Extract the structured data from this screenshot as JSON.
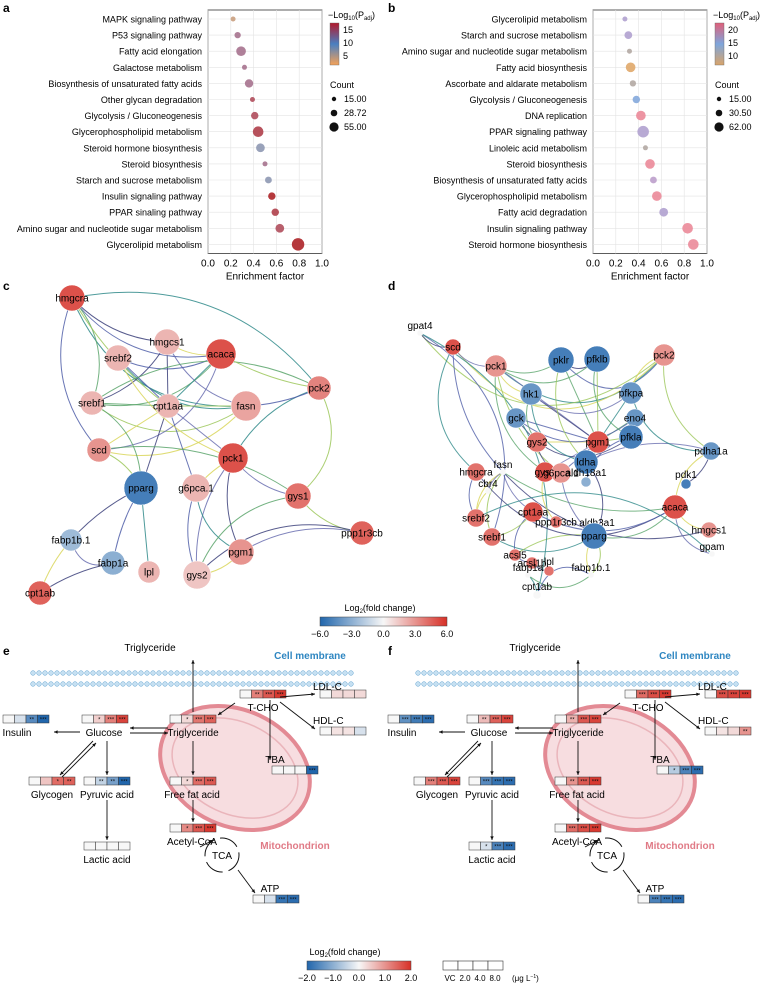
{
  "panels": {
    "a": "a",
    "b": "b",
    "c": "c",
    "d": "d",
    "e": "e",
    "f": "f"
  },
  "chart_data": [
    {
      "panel": "a",
      "type": "scatter",
      "xlabel": "Enrichment factor",
      "xlim": [
        0.0,
        1.0
      ],
      "xticks": [
        "0.0",
        "0.2",
        "0.4",
        "0.6",
        "0.8",
        "1.0"
      ],
      "categories": [
        "MAPK signaling pathway",
        "P53 signaling pathway",
        "Fatty acid elongation",
        "Galactose metabolism",
        "Biosynthesis of unsaturated fatty acids",
        "Other glycan degradation",
        "Glycolysis / Gluconeogenesis",
        "Glycerophospholipid metabolism",
        "Steroid hormone biosynthesis",
        "Steroid biosynthesis",
        "Starch and sucrose metabolism",
        "Insulin signaling pathway",
        "PPAR sinaling pathway",
        "Amino sugar and nucleotide sugar metabolism",
        "Glycerolipid metabolism"
      ],
      "x": [
        0.22,
        0.26,
        0.29,
        0.32,
        0.36,
        0.39,
        0.41,
        0.44,
        0.46,
        0.5,
        0.53,
        0.56,
        0.59,
        0.63,
        0.79
      ],
      "count": [
        15,
        22,
        40,
        15,
        33,
        15,
        28,
        45,
        35,
        15,
        25,
        28,
        28,
        35,
        55
      ],
      "neglog10_padj": [
        2,
        11,
        11,
        11,
        11,
        14,
        14,
        15,
        5,
        11,
        5,
        17,
        15,
        14,
        17
      ],
      "colorbar_title": "−Log",
      "colorbar_sub": "10",
      "colorbar_var": "(P",
      "colorbar_var_sub": "adj",
      "colorbar_close": ")",
      "colorbar_ticks": [
        "15",
        "10",
        "5"
      ],
      "size_title": "Count",
      "size_ticks": [
        "15.00",
        "28.72",
        "55.00"
      ]
    },
    {
      "panel": "b",
      "type": "scatter",
      "xlabel": "Enrichment factor",
      "xlim": [
        0.0,
        1.0
      ],
      "xticks": [
        "0.0",
        "0.2",
        "0.4",
        "0.6",
        "0.8",
        "1.0"
      ],
      "categories": [
        "Glycerolipid metabolism",
        "Starch and sucrose metabolism",
        "Amino sugar and nucleotide sugar metabolism",
        "Fatty acid biosynthesis",
        "Ascorbate and aldarate metabolism",
        "Glycolysis / Gluconeogenesis",
        "DNA replication",
        "PPAR signaling pathway",
        "Linoleic acid metabolism",
        "Steroid biosynthesis",
        "Biosynthesis of unsaturated fatty acids",
        "Glycerophospholipid metabolism",
        "Fatty acid degradation",
        "Insulin signaling pathway",
        "Steroid hormone biosynthesis"
      ],
      "x": [
        0.28,
        0.31,
        0.32,
        0.33,
        0.35,
        0.38,
        0.42,
        0.44,
        0.46,
        0.5,
        0.53,
        0.56,
        0.62,
        0.83,
        0.88
      ],
      "count": [
        15,
        30,
        15,
        40,
        22,
        28,
        40,
        50,
        15,
        40,
        25,
        40,
        35,
        45,
        45
      ],
      "neglog10_padj": [
        14,
        14,
        8,
        6,
        8,
        10,
        20,
        14,
        8,
        20,
        15,
        20,
        14,
        20,
        20
      ],
      "colorbar_title": "−Log",
      "colorbar_sub": "10",
      "colorbar_var": "(P",
      "colorbar_var_sub": "adj",
      "colorbar_close": ")",
      "colorbar_ticks": [
        "20",
        "15",
        "10"
      ],
      "size_title": "Count",
      "size_ticks": [
        "15.00",
        "30.50",
        "62.00"
      ]
    },
    {
      "panel": "c",
      "type": "network",
      "nodes": [
        {
          "id": "hmgcra",
          "fc": 5.0
        },
        {
          "id": "hmgcs1",
          "fc": 2.0
        },
        {
          "id": "srebf2",
          "fc": 2.0
        },
        {
          "id": "acaca",
          "fc": 5.0
        },
        {
          "id": "srebf1",
          "fc": 2.0
        },
        {
          "id": "cpt1aa",
          "fc": 2.0
        },
        {
          "id": "fasn",
          "fc": 2.5
        },
        {
          "id": "pck2",
          "fc": 3.5
        },
        {
          "id": "scd",
          "fc": 3.0
        },
        {
          "id": "pck1",
          "fc": 5.0
        },
        {
          "id": "pparg",
          "fc": -5.0
        },
        {
          "id": "g6pca.1",
          "fc": 2.0
        },
        {
          "id": "gys1",
          "fc": 4.0
        },
        {
          "id": "ppp1r3cb",
          "fc": 4.5
        },
        {
          "id": "fabp1b.1",
          "fc": -2.5
        },
        {
          "id": "fabp1a",
          "fc": -3.0
        },
        {
          "id": "lpl",
          "fc": 2.0
        },
        {
          "id": "gys2",
          "fc": 1.5
        },
        {
          "id": "pgm1",
          "fc": 3.0
        },
        {
          "id": "cpt1ab",
          "fc": 4.5
        }
      ]
    },
    {
      "panel": "d",
      "type": "network",
      "nodes": [
        {
          "id": "gpat4",
          "fc": 0
        },
        {
          "id": "scd",
          "fc": 5
        },
        {
          "id": "pck1",
          "fc": 3
        },
        {
          "id": "pklr",
          "fc": -5
        },
        {
          "id": "pfklb",
          "fc": -5
        },
        {
          "id": "pck2",
          "fc": 3
        },
        {
          "id": "hk1",
          "fc": -4
        },
        {
          "id": "gck",
          "fc": -4
        },
        {
          "id": "pfkpa",
          "fc": -4
        },
        {
          "id": "eno4",
          "fc": -4
        },
        {
          "id": "pgm1",
          "fc": 5
        },
        {
          "id": "gys2",
          "fc": 4
        },
        {
          "id": "pfkla",
          "fc": -5
        },
        {
          "id": "gys1",
          "fc": 5
        },
        {
          "id": "ldha",
          "fc": -5
        },
        {
          "id": "pdha1a",
          "fc": -4
        },
        {
          "id": "g6pca.1",
          "fc": 3
        },
        {
          "id": "aldh18a1",
          "fc": -3
        },
        {
          "id": "pdk1",
          "fc": -5
        },
        {
          "id": "hmgcra",
          "fc": 4
        },
        {
          "id": "fasn",
          "fc": 0
        },
        {
          "id": "cbr4",
          "fc": 0
        },
        {
          "id": "cpt1aa",
          "fc": 5
        },
        {
          "id": "acaca",
          "fc": 5
        },
        {
          "id": "srebf2",
          "fc": 4
        },
        {
          "id": "ppp1r3cb",
          "fc": 4
        },
        {
          "id": "aldh3a1",
          "fc": -3
        },
        {
          "id": "srebf1",
          "fc": 4
        },
        {
          "id": "pparg",
          "fc": -5
        },
        {
          "id": "hmgcs1",
          "fc": 3
        },
        {
          "id": "acsl5",
          "fc": 4
        },
        {
          "id": "acsl1b",
          "fc": 4
        },
        {
          "id": "lpl",
          "fc": 4
        },
        {
          "id": "gpam",
          "fc": 0
        },
        {
          "id": "fabp1a",
          "fc": 0
        },
        {
          "id": "fabp1b.1",
          "fc": 0
        },
        {
          "id": "cpt1ab",
          "fc": 0
        }
      ],
      "colorbar_title": "Log",
      "colorbar_sub": "2",
      "colorbar_text": "(fold change)",
      "colorbar_ticks": [
        "−6.0",
        "−3.0",
        "0.0",
        "3.0",
        "6.0"
      ]
    },
    {
      "panel": "e",
      "type": "pathway",
      "membrane_label": "Cell membrane",
      "mito_label": "Mitochondrion",
      "nodes": {
        "insulin": {
          "label": "Insulin",
          "fc": [
            0,
            -0.3,
            -1.5,
            -2.0
          ],
          "stars": [
            "",
            "",
            "**",
            "***"
          ]
        },
        "glucose": {
          "label": "Glucose",
          "fc": [
            0,
            0.4,
            1.2,
            1.8
          ],
          "stars": [
            "",
            "*",
            "***",
            "***"
          ]
        },
        "triglyceride": {
          "label": "Triglyceride",
          "fc": [
            0,
            0.3,
            1.3,
            1.5
          ],
          "stars": [
            "",
            "*",
            "***",
            "***"
          ]
        },
        "triglyceride_top": {
          "label": "Triglyceride"
        },
        "tcho": {
          "label": "T-CHO",
          "fc": [
            0,
            1.2,
            1.6,
            1.9
          ],
          "stars": [
            "",
            "**",
            "***",
            "***"
          ]
        },
        "ldl": {
          "label": "LDL-C",
          "fc": [
            0,
            0.3,
            0.3,
            0.3
          ],
          "stars": [
            "",
            "",
            "",
            ""
          ]
        },
        "hdl": {
          "label": "HDL-C",
          "fc": [
            0,
            0.2,
            0.2,
            -0.3
          ],
          "stars": [
            "",
            "",
            "",
            ""
          ]
        },
        "tba": {
          "label": "TBA",
          "fc": [
            0,
            0,
            0,
            -2.0
          ],
          "stars": [
            "",
            "",
            "",
            "***"
          ]
        },
        "glycogen": {
          "label": "Glycogen",
          "fc": [
            0,
            0.5,
            1.4,
            1.5
          ],
          "stars": [
            "",
            "",
            "*",
            "**"
          ]
        },
        "pyruvic": {
          "label": "Pyruvic acid",
          "fc": [
            0,
            -0.5,
            -1.2,
            -2.0
          ],
          "stars": [
            "",
            "**",
            "**",
            "***"
          ]
        },
        "ffa": {
          "label": "Free fat acid",
          "fc": [
            0,
            0.3,
            1.4,
            1.6
          ],
          "stars": [
            "",
            "*",
            "***",
            "***"
          ]
        },
        "lactic": {
          "label": "Lactic acid",
          "fc": [
            0,
            0,
            0,
            0
          ],
          "stars": [
            "",
            "",
            "",
            ""
          ]
        },
        "acetyl": {
          "label": "Acetyl-CoA",
          "fc": [
            0,
            1.1,
            1.6,
            1.9
          ],
          "stars": [
            "",
            "*",
            "***",
            "***"
          ]
        },
        "tca": {
          "label": "TCA"
        },
        "atp": {
          "label": "ATP",
          "fc": [
            0,
            -0.3,
            -1.8,
            -1.9
          ],
          "stars": [
            "",
            "",
            "***",
            "***"
          ]
        }
      }
    },
    {
      "panel": "f",
      "type": "pathway",
      "membrane_label": "Cell membrane",
      "mito_label": "Mitochondrion",
      "nodes": {
        "insulin": {
          "label": "Insulin",
          "fc": [
            0,
            -1.4,
            -1.7,
            -1.9
          ],
          "stars": [
            "",
            "***",
            "***",
            "***"
          ]
        },
        "glucose": {
          "label": "Glucose",
          "fc": [
            0,
            0.6,
            1.5,
            1.8
          ],
          "stars": [
            "",
            "**",
            "***",
            "***"
          ]
        },
        "triglyceride": {
          "label": "Triglyceride",
          "fc": [
            0,
            0.7,
            1.6,
            1.8
          ],
          "stars": [
            "",
            "**",
            "***",
            "***"
          ]
        },
        "triglyceride_top": {
          "label": "Triglyceride"
        },
        "tcho": {
          "label": "T-CHO",
          "fc": [
            0,
            1.4,
            1.7,
            1.9
          ],
          "stars": [
            "",
            "***",
            "***",
            "***"
          ]
        },
        "ldl": {
          "label": "LDL-C",
          "fc": [
            0,
            1.7,
            1.8,
            1.9
          ],
          "stars": [
            "",
            "***",
            "***",
            "***"
          ]
        },
        "hdl": {
          "label": "HDL-C",
          "fc": [
            0,
            0.2,
            0.3,
            1.0
          ],
          "stars": [
            "",
            "",
            "",
            "**"
          ]
        },
        "tba": {
          "label": "TBA",
          "fc": [
            0,
            -0.6,
            -1.6,
            -1.9
          ],
          "stars": [
            "",
            "*",
            "***",
            "***"
          ]
        },
        "glycogen": {
          "label": "Glycogen",
          "fc": [
            0,
            1.2,
            1.6,
            1.8
          ],
          "stars": [
            "",
            "***",
            "***",
            "***"
          ]
        },
        "pyruvic": {
          "label": "Pyruvic acid",
          "fc": [
            0,
            -1.5,
            -1.8,
            -1.9
          ],
          "stars": [
            "",
            "***",
            "***",
            "***"
          ]
        },
        "ffa": {
          "label": "Free fat acid",
          "fc": [
            0,
            1.0,
            1.6,
            1.9
          ],
          "stars": [
            "",
            "**",
            "***",
            "***"
          ]
        },
        "lactic": {
          "label": "Lactic acid",
          "fc": [
            0,
            -0.3,
            -1.6,
            -1.9
          ],
          "stars": [
            "",
            "*",
            "***",
            "***"
          ]
        },
        "acetyl": {
          "label": "Acetyl-CoA",
          "fc": [
            0,
            1.4,
            1.7,
            1.9
          ],
          "stars": [
            "",
            "***",
            "***",
            "***"
          ]
        },
        "tca": {
          "label": "TCA"
        },
        "atp": {
          "label": "ATP",
          "fc": [
            0,
            -1.6,
            -1.8,
            -1.9
          ],
          "stars": [
            "",
            "***",
            "***",
            "***"
          ]
        }
      }
    }
  ],
  "legend_bottom": {
    "colorbar_title": "Log",
    "colorbar_sub": "2",
    "colorbar_text": "(fold change)",
    "colorbar_ticks": [
      "−2.0",
      "−1.0",
      "0.0",
      "1.0",
      "2.0"
    ],
    "dose_labels": [
      "VC",
      "2.0",
      "4.0",
      "8.0"
    ],
    "dose_unit": "(μg L",
    "dose_unit_sup": "−1",
    "dose_unit_close": ")"
  }
}
